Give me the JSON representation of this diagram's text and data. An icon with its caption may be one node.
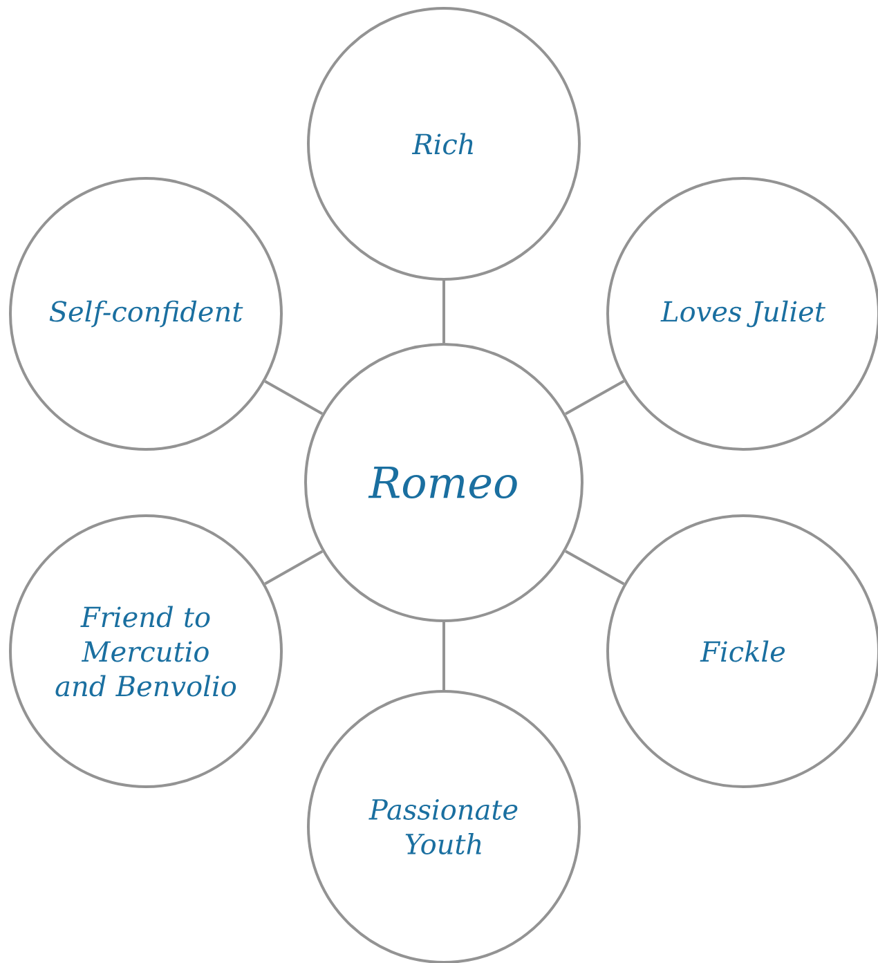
{
  "diagram": {
    "nodes": [
      {
        "text": [
          "Rich"
        ]
      },
      {
        "text": [
          "Self-confident"
        ]
      },
      {
        "text": [
          "Loves Juliet"
        ]
      },
      {
        "text": [
          "Romeo"
        ]
      },
      {
        "text": [
          "Friend to Mercutio and Benvolio"
        ]
      },
      {
        "text": [
          "Fickle"
        ]
      },
      {
        "text": [
          "Passionate Youth"
        ]
      }
    ],
    "edges": [
      {
        "from": 3,
        "to": 0,
        "arrow": "none"
      },
      {
        "from": 3,
        "to": 1,
        "arrow": "none"
      },
      {
        "from": 3,
        "to": 2,
        "arrow": "none"
      },
      {
        "from": 3,
        "to": 4,
        "arrow": "none"
      },
      {
        "from": 3,
        "to": 5,
        "arrow": "none"
      },
      {
        "from": 3,
        "to": 6,
        "arrow": "none"
      }
    ]
  }
}
